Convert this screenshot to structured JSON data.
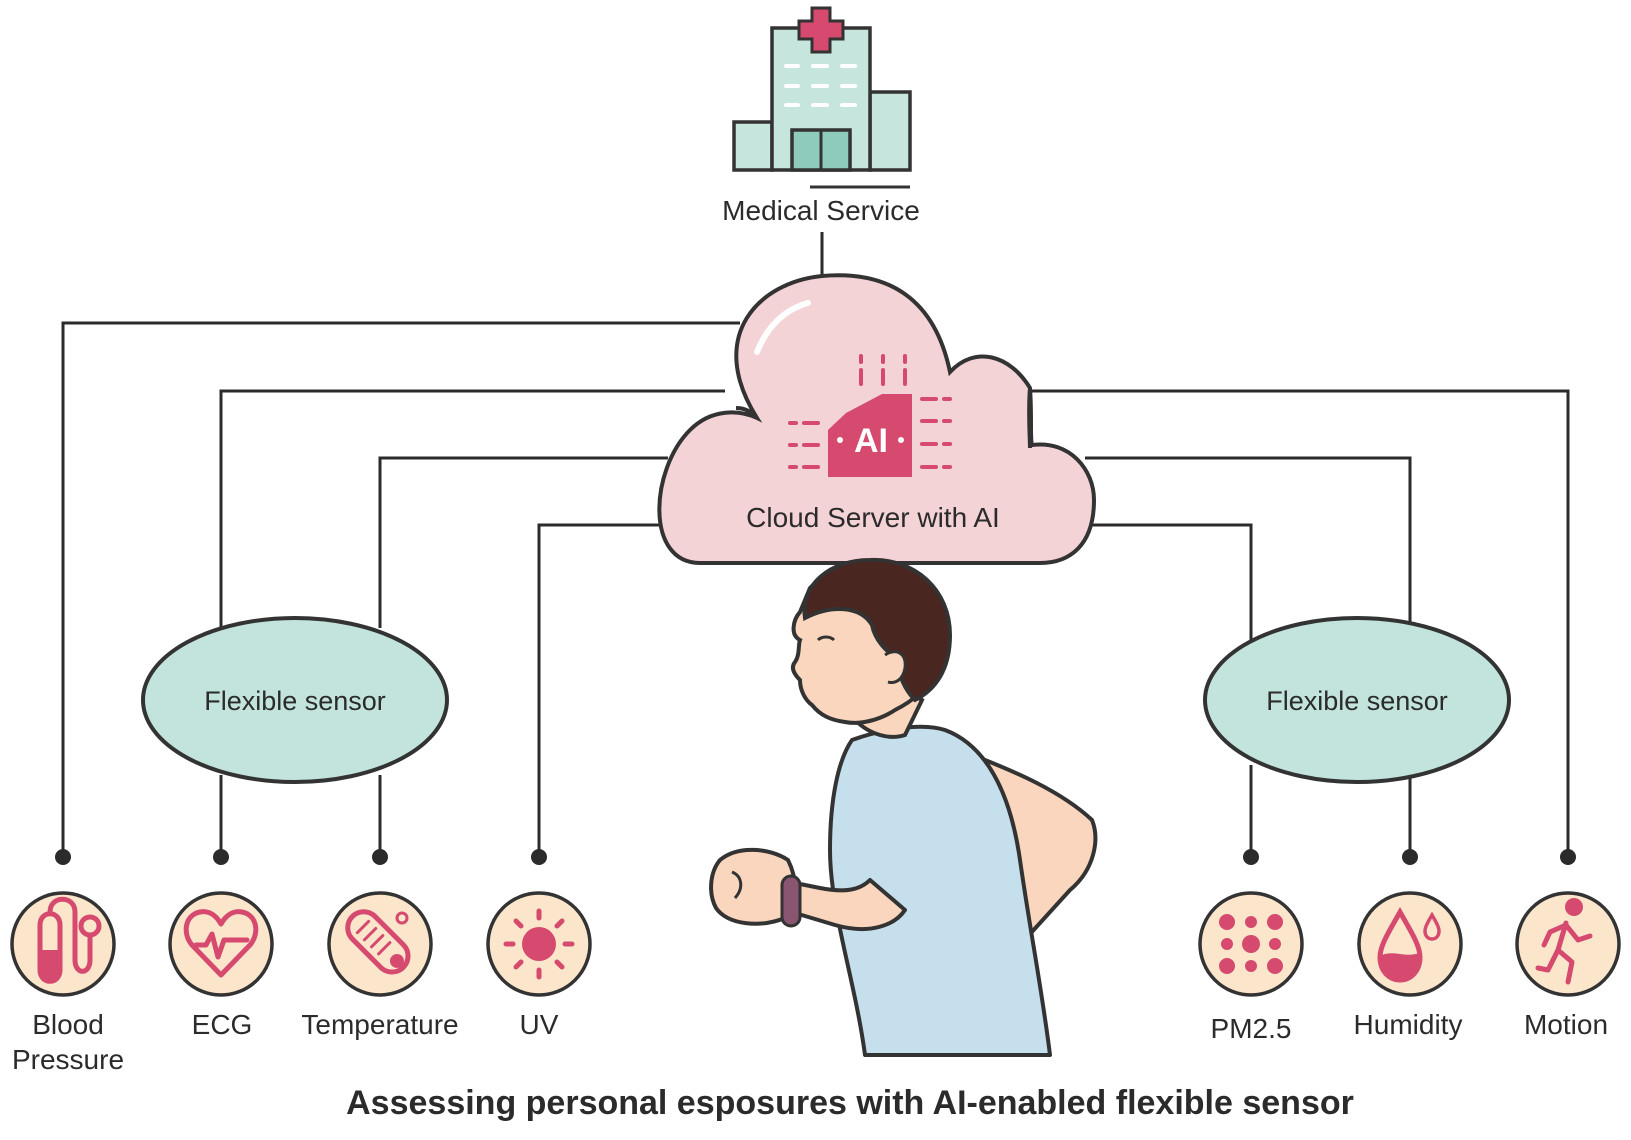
{
  "top_node": {
    "label": "Medical Service",
    "icon": "hospital-icon"
  },
  "cloud": {
    "label": "Cloud Server with AI",
    "chip_text": "AI",
    "icon": "ai-chip-icon"
  },
  "sensor_hubs": {
    "left": {
      "label": "Flexible sensor"
    },
    "right": {
      "label": "Flexible sensor"
    }
  },
  "sensors": [
    {
      "id": "blood-pressure",
      "label_line1": "Blood",
      "label_line2": "Pressure",
      "icon": "blood-pressure-icon"
    },
    {
      "id": "ecg",
      "label_line1": "ECG",
      "label_line2": "",
      "icon": "heart-ecg-icon"
    },
    {
      "id": "temperature",
      "label_line1": "Temperature",
      "label_line2": "",
      "icon": "thermometer-icon"
    },
    {
      "id": "uv",
      "label_line1": "UV",
      "label_line2": "",
      "icon": "sun-icon"
    },
    {
      "id": "pm25",
      "label_line1": "PM2.5",
      "label_line2": "",
      "icon": "particles-icon"
    },
    {
      "id": "humidity",
      "label_line1": "Humidity",
      "label_line2": "",
      "icon": "droplet-icon"
    },
    {
      "id": "motion",
      "label_line1": "Motion",
      "label_line2": "",
      "icon": "running-icon"
    }
  ],
  "caption": "Assessing personal esposures with AI-enabled flexible sensor",
  "colors": {
    "accent": "#d54a6e",
    "cloud_fill": "#f4d3d7",
    "hub_fill": "#c2e4dc",
    "icon_bg": "#fbe6cc",
    "hospital_fill": "#c5e5dd",
    "skin": "#f9d6bd",
    "hair": "#4a2620",
    "shirt": "#c6dfec",
    "line": "#2b2b2b"
  }
}
